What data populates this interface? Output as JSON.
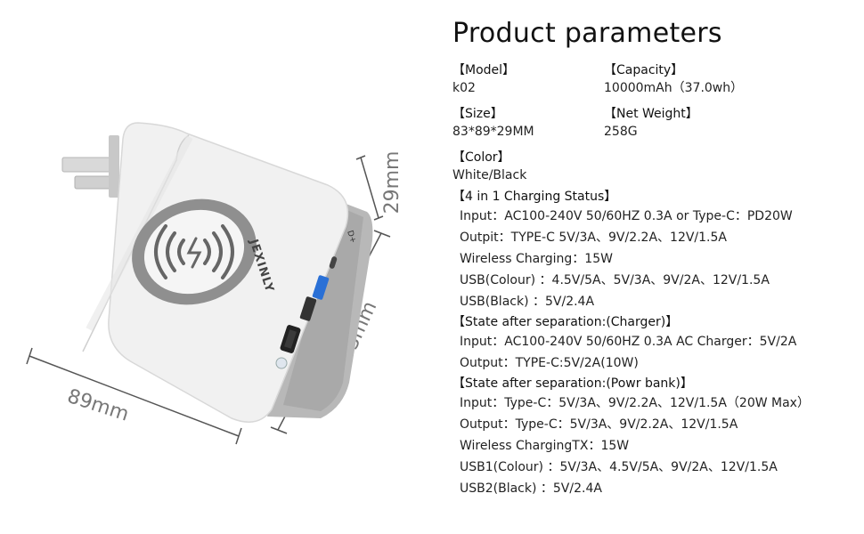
{
  "title": "Product parameters",
  "dimensions": {
    "width": "89mm",
    "height": "83mm",
    "depth": "29mm"
  },
  "brand": "JEXINLY",
  "params": [
    {
      "label": "【Model】",
      "value": "k02"
    },
    {
      "label": "【Capacity】",
      "value": "10000mAh（37.0wh）"
    },
    {
      "label": "【Size】",
      "value": "83*89*29MM"
    },
    {
      "label": "【Net Weight】",
      "value": "258G"
    },
    {
      "label": "【Color】",
      "value": "White/Black"
    }
  ],
  "sections": [
    {
      "heading": "【4 in 1 Charging Status】",
      "rows": [
        "Input：AC100-240V 50/60HZ 0.3A or Type-C：PD20W",
        "Outpit：TYPE-C 5V/3A、9V/2.2A、12V/1.5A",
        "Wireless Charging：15W",
        "USB(Colour) ：4.5V/5A、5V/3A、9V/2A、12V/1.5A",
        "USB(Black) ：5V/2.4A"
      ]
    },
    {
      "heading": "【State after separation:(Charger)】",
      "rows": [
        "Input：AC100-240V 50/60HZ 0.3A AC Charger：5V/2A",
        "Output：TYPE-C:5V/2A(10W)"
      ]
    },
    {
      "heading": "【State after separation:(Powr bank)】",
      "rows": [
        "Input：Type-C：5V/3A、9V/2.2A、12V/1.5A（20W Max）",
        "Output：Type-C：5V/3A、9V/2.2A、12V/1.5A",
        "Wireless ChargingTX：15W",
        "USB1(Colour) ：5V/3A、4.5V/5A、9V/2A、12V/1.5A",
        "USB2(Black) ：5V/2.4A"
      ]
    }
  ]
}
